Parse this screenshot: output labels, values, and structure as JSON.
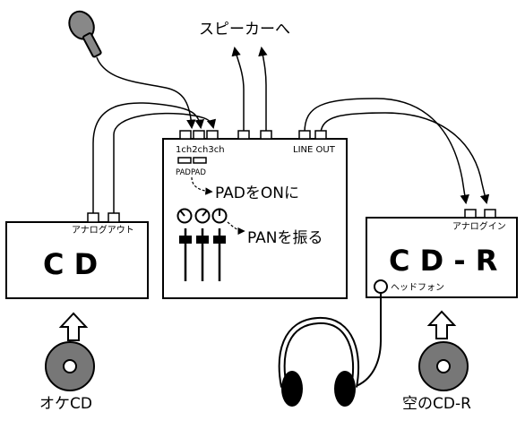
{
  "speaker_label": "スピーカーへ",
  "cd_player": {
    "title": "C D",
    "output_label": "アナログアウト",
    "disc_caption": "オケCD"
  },
  "mixer": {
    "input_labels": "1ch2ch3ch",
    "pad_labels": "PADPAD",
    "line_out_label": "LINE OUT",
    "pad_instruction": "PADをONに",
    "pan_instruction": "PANを振る"
  },
  "cd_recorder": {
    "title": "C D - R",
    "input_label": "アナログイン",
    "headphone_label": "ヘッドフォン",
    "disc_caption": "空のCD-R"
  }
}
